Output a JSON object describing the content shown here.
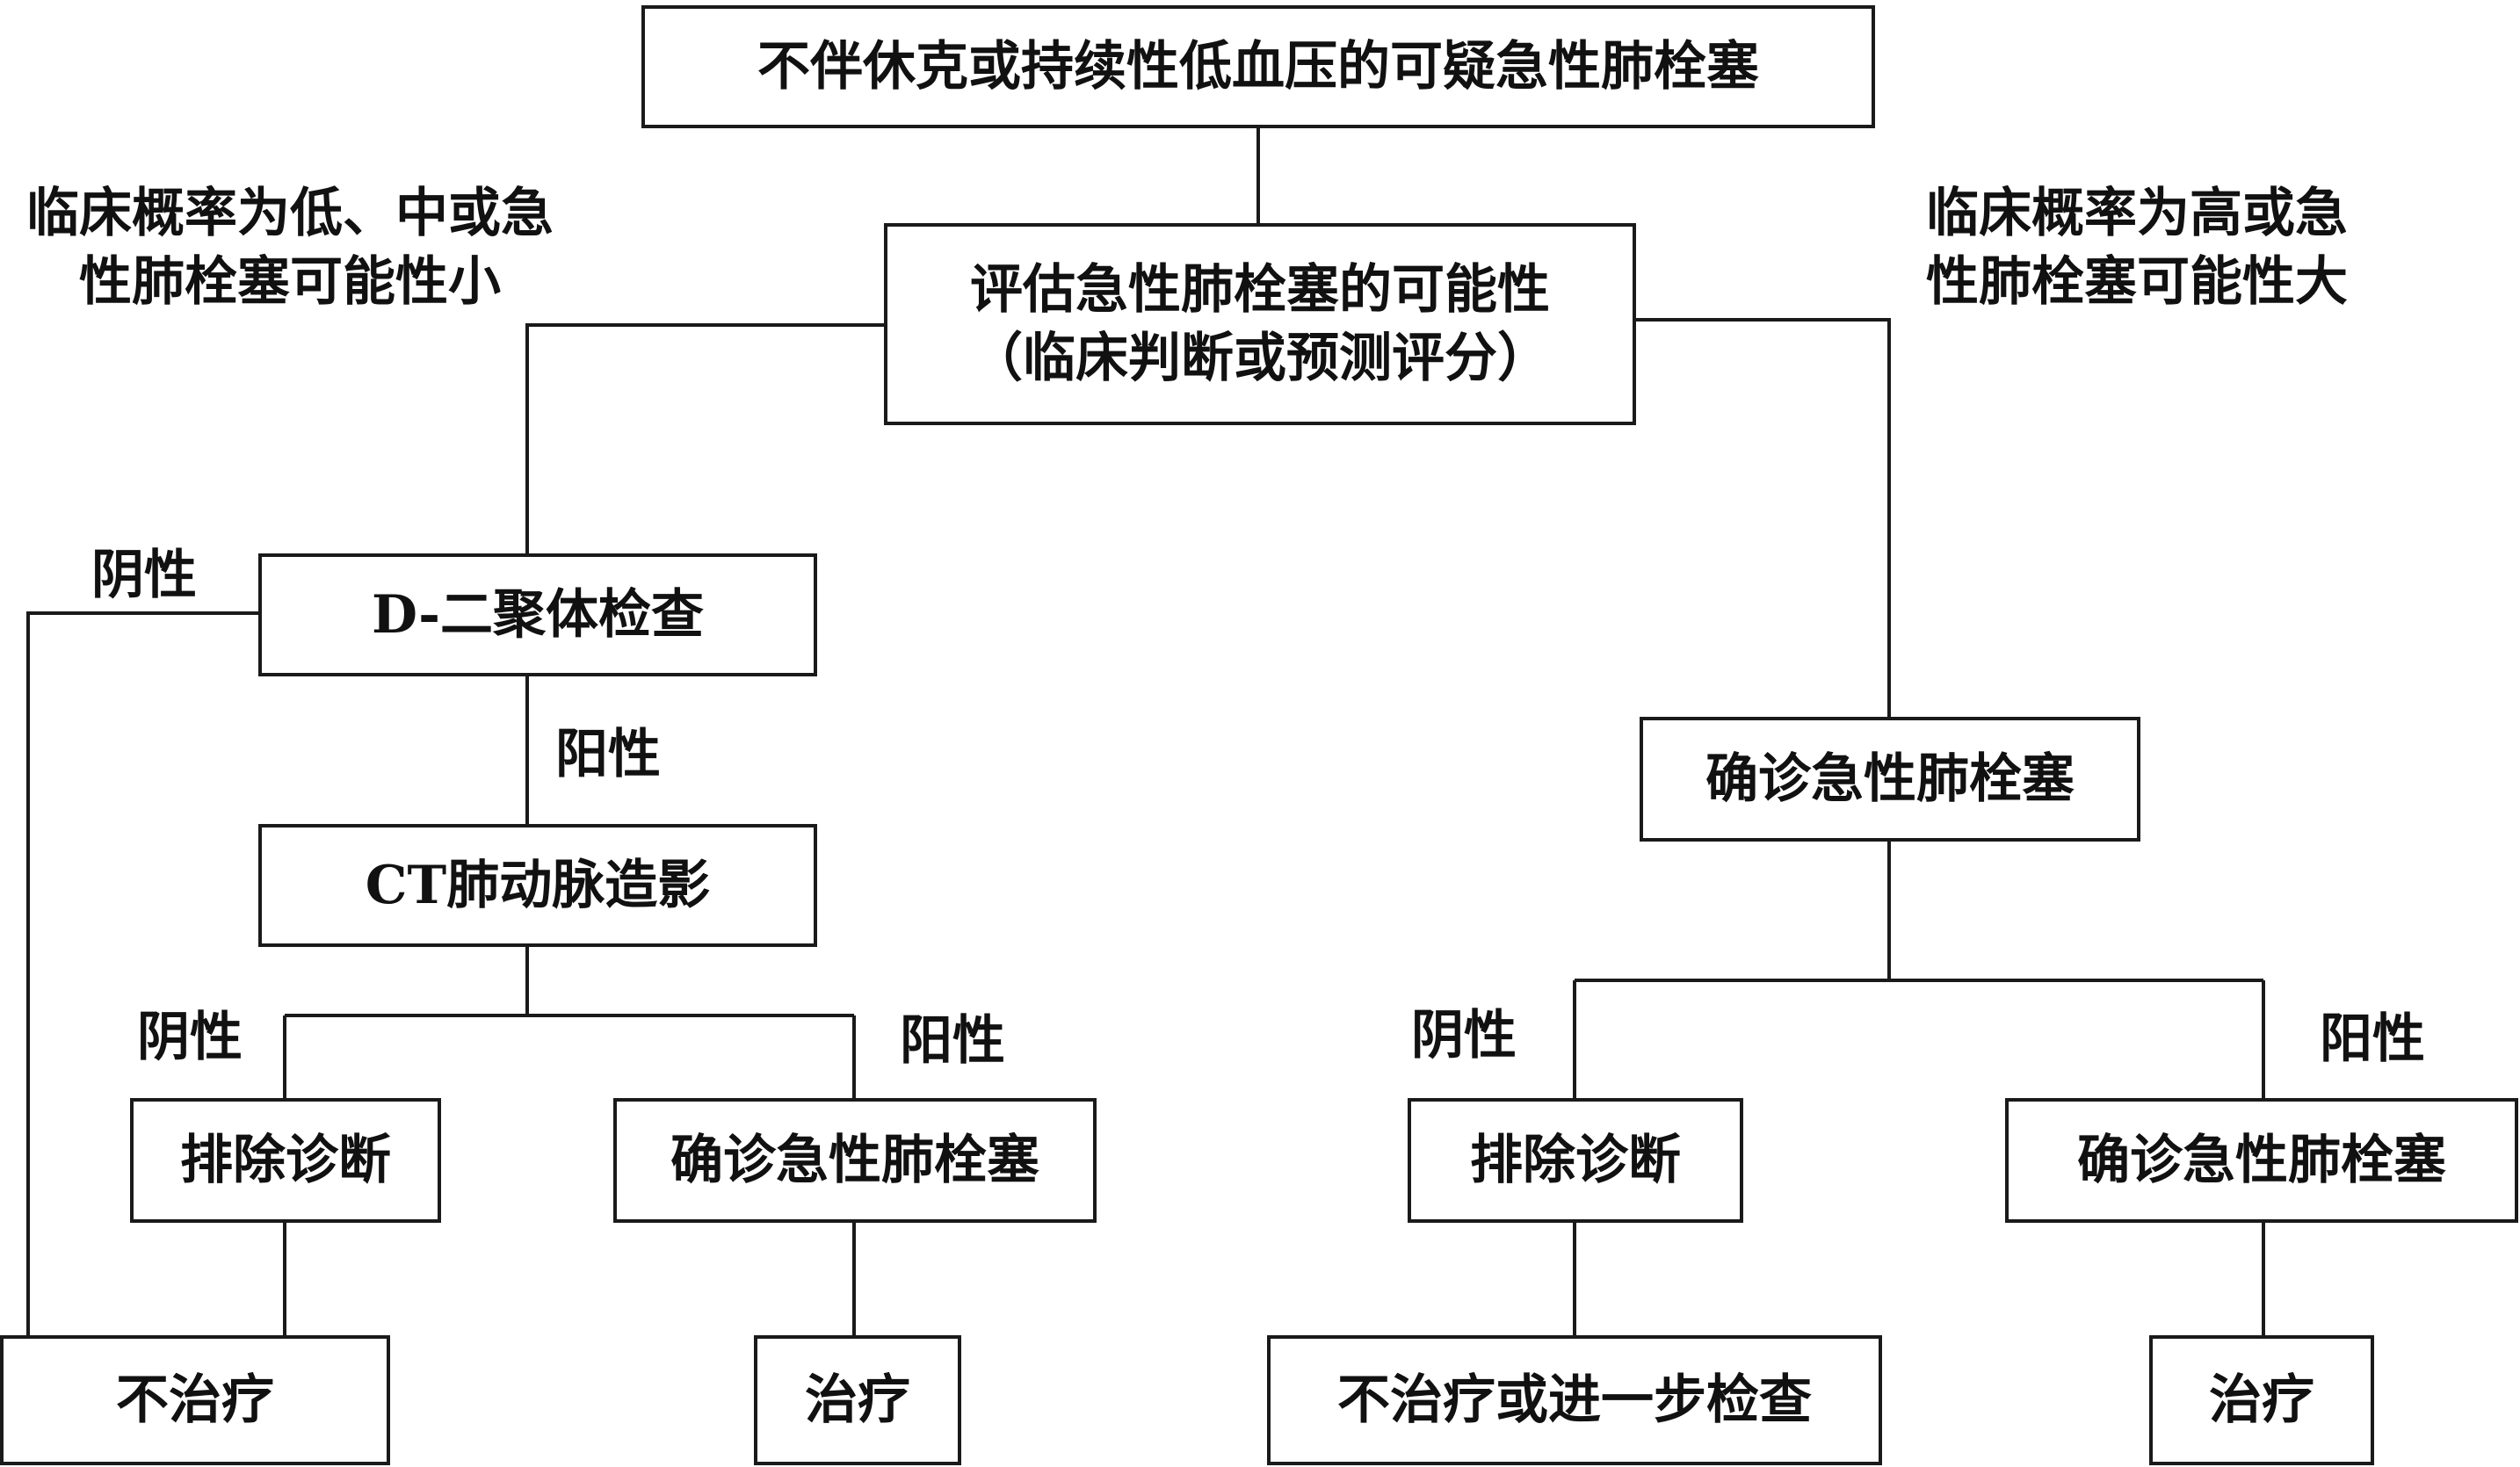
{
  "nodes": {
    "top": "不伴休克或持续性低血压的可疑急性肺栓塞",
    "assess_line1": "评估急性肺栓塞的可能性",
    "assess_line2": "（临床判断或预测评分）",
    "ddimer": "D-二聚体检查",
    "ctpa": "CT肺动脉造影",
    "exclude_left": "排除诊断",
    "confirm_left": "确诊急性肺栓塞",
    "confirm_right": "确诊急性肺栓塞",
    "exclude_right": "排除诊断",
    "confirm_far_right": "确诊急性肺栓塞",
    "no_treat_left": "不治疗",
    "treat_left": "治疗",
    "no_treat_or_further": "不治疗或进一步检查",
    "treat_right": "治疗"
  },
  "labels": {
    "low_prob_line1": "临床概率为低、中或急",
    "low_prob_line2": "性肺栓塞可能性小",
    "high_prob_line1": "临床概率为高或急",
    "high_prob_line2": "性肺栓塞可能性大",
    "ddimer_negative": "阴性",
    "ddimer_positive": "阳性",
    "ctpa_negative": "阴性",
    "ctpa_positive": "阳性",
    "right_negative": "阴性",
    "right_positive": "阳性"
  },
  "colors": {
    "line": "#1a1a1a",
    "background": "#ffffff",
    "text": "#111111"
  }
}
